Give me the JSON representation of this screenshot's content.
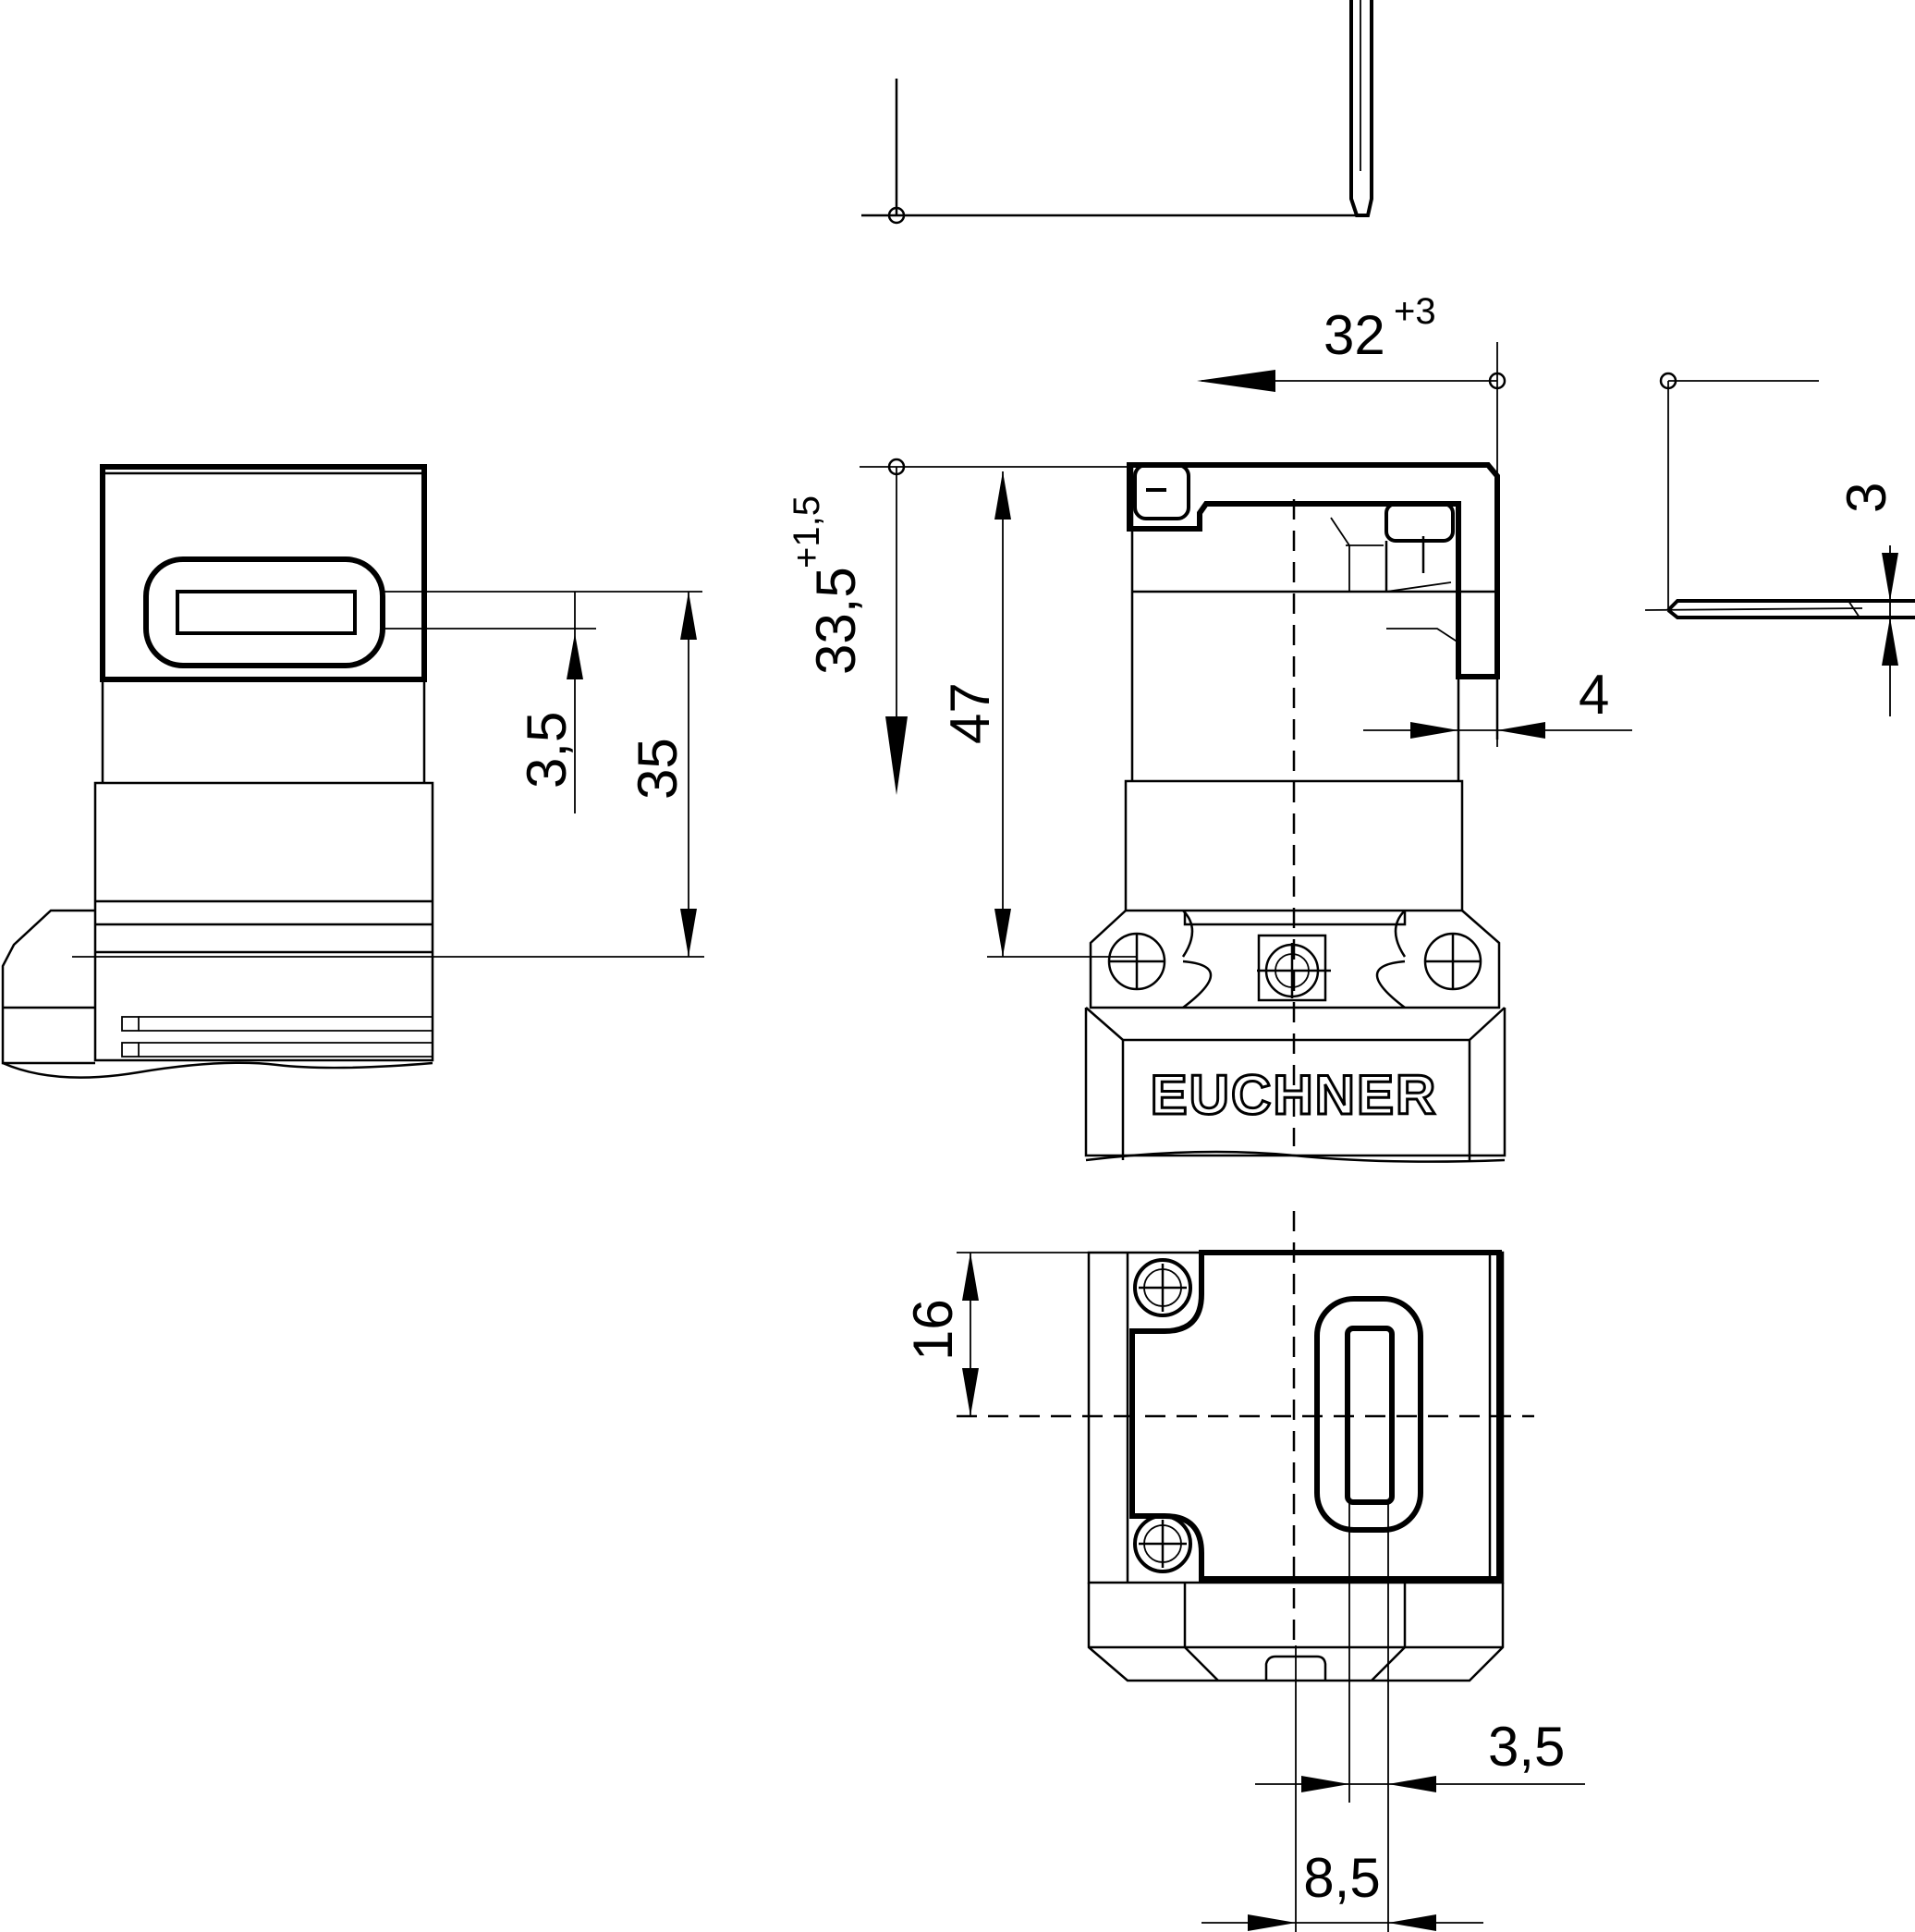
{
  "dimensions": {
    "d32": {
      "value": "32",
      "tol": "+3"
    },
    "d33_5": {
      "value": "33,5",
      "tol": "+1,5"
    },
    "d47": "47",
    "d4": "4",
    "d3": "3",
    "d3_5_left": "3,5",
    "d35": "35",
    "d16": "16",
    "d3_5_bottom": "3,5",
    "d8_5": "8,5"
  },
  "brand_label": "EUCHNER"
}
